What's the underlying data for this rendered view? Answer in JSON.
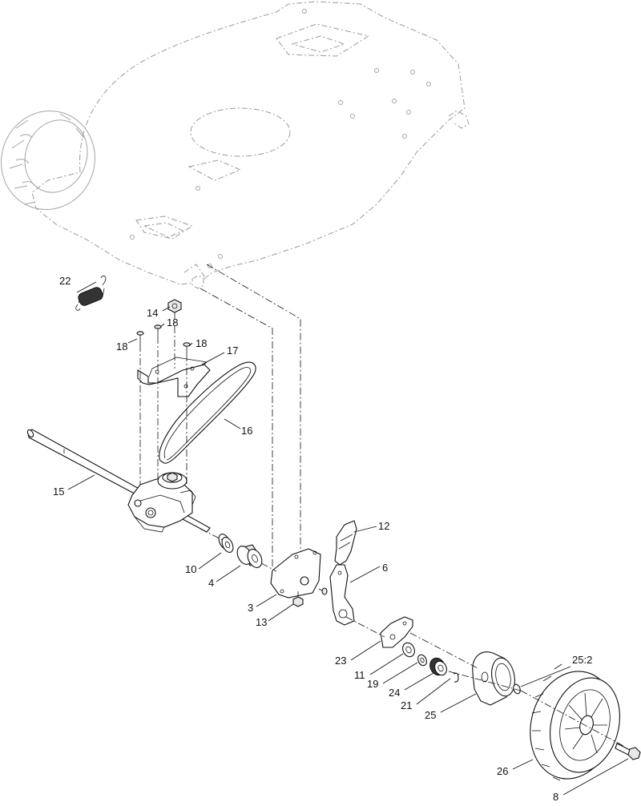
{
  "callouts": [
    {
      "id": "c22",
      "label": "22"
    },
    {
      "id": "c14",
      "label": "14"
    },
    {
      "id": "c18a",
      "label": "18"
    },
    {
      "id": "c18b",
      "label": "18"
    },
    {
      "id": "c18c",
      "label": "18"
    },
    {
      "id": "c17",
      "label": "17"
    },
    {
      "id": "c16",
      "label": "16"
    },
    {
      "id": "c15",
      "label": "15"
    },
    {
      "id": "c10",
      "label": "10"
    },
    {
      "id": "c4",
      "label": "4"
    },
    {
      "id": "c3",
      "label": "3"
    },
    {
      "id": "c13",
      "label": "13"
    },
    {
      "id": "c12",
      "label": "12"
    },
    {
      "id": "c6",
      "label": "6"
    },
    {
      "id": "c23",
      "label": "23"
    },
    {
      "id": "c11",
      "label": "11"
    },
    {
      "id": "c19",
      "label": "19"
    },
    {
      "id": "c24",
      "label": "24"
    },
    {
      "id": "c21",
      "label": "21"
    },
    {
      "id": "c25",
      "label": "25"
    },
    {
      "id": "c25-2",
      "label": "25:2"
    },
    {
      "id": "c26",
      "label": "26"
    },
    {
      "id": "c8",
      "label": "8"
    }
  ]
}
